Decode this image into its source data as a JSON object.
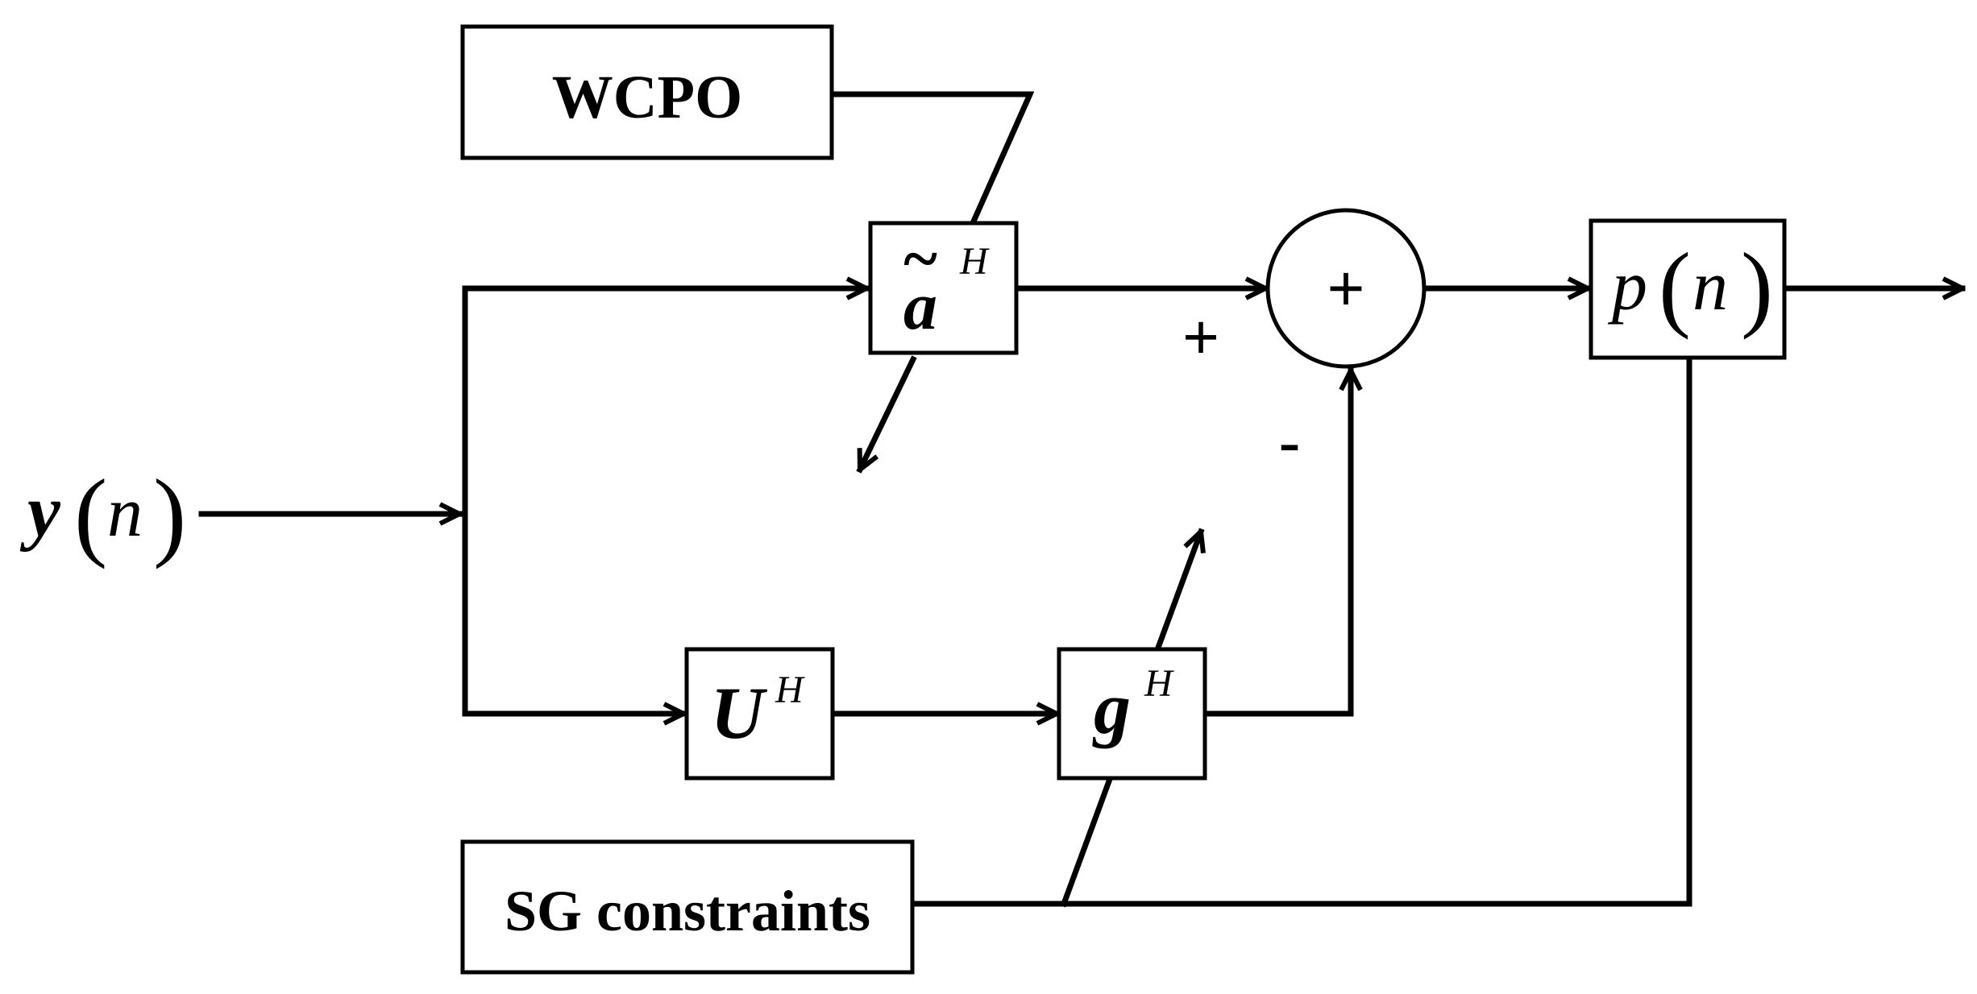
{
  "blocks": {
    "wcpo": {
      "label": "WCPO"
    },
    "sg_constraints": {
      "label": "SG constraints"
    },
    "a_filter": {
      "symbol": "a",
      "tilde": "~",
      "superscript": "H"
    },
    "u_matrix": {
      "symbol": "U",
      "superscript": "H"
    },
    "g_filter": {
      "symbol": "g",
      "superscript": "H"
    },
    "p_output": {
      "symbol": "p",
      "argument": "n",
      "open_paren": "(",
      "close_paren": ")"
    }
  },
  "input": {
    "symbol": "y",
    "argument": "n",
    "open_paren": "(",
    "close_paren": ")"
  },
  "summer": {
    "symbol": "+",
    "plus_input_sign": "+",
    "minus_input_sign": "-"
  },
  "colors": {
    "stroke": "#000000",
    "background": "#ffffff"
  }
}
